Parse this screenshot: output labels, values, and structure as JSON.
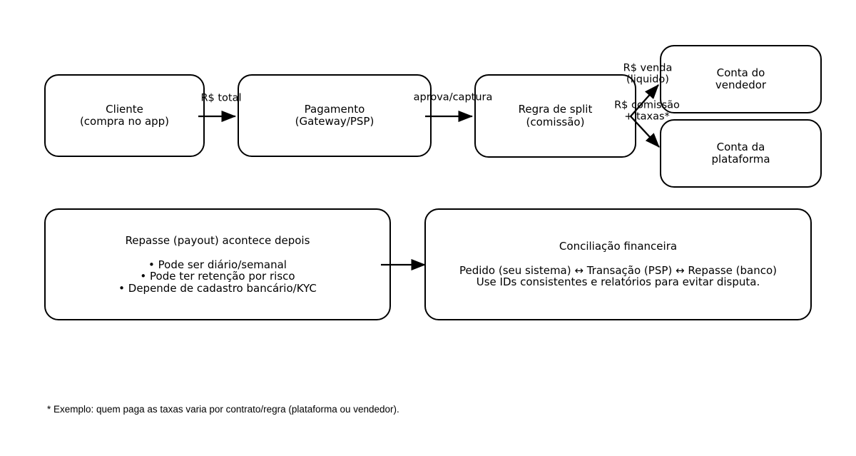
{
  "diagram": {
    "nodes": {
      "cliente": {
        "line1": "Cliente",
        "line2": "(compra no app)"
      },
      "pagamento": {
        "line1": "Pagamento",
        "line2": "(Gateway/PSP)"
      },
      "regra_split": {
        "line1": "Regra de split",
        "line2": "(comissão)"
      },
      "conta_vendedor": {
        "line1": "Conta do",
        "line2": "vendedor"
      },
      "conta_plataforma": {
        "line1": "Conta da",
        "line2": "plataforma"
      },
      "repasse": {
        "title": "Repasse (payout) acontece depois",
        "bullets": [
          "• Pode ser diário/semanal",
          "• Pode ter retenção por risco",
          "• Depende de cadastro bancário/KYC"
        ]
      },
      "conciliacao": {
        "title": "Conciliação financeira",
        "line1": "Pedido (seu sistema) ↔ Transação (PSP) ↔ Repasse (banco)",
        "line2": "Use IDs consistentes e relatórios para evitar disputa."
      }
    },
    "edge_labels": {
      "total": "R$ total",
      "aprova_captura": "aprova/captura",
      "venda": {
        "line1": "R$ venda",
        "line2": "(liquido)"
      },
      "comissao": {
        "line1": "R$ comissão",
        "line2": "+ taxas*"
      }
    },
    "footnote": "* Exemplo: quem paga as taxas varia por contrato/regra (plataforma ou vendedor).",
    "colors": {
      "stroke": "#000000",
      "background": "#ffffff"
    }
  }
}
